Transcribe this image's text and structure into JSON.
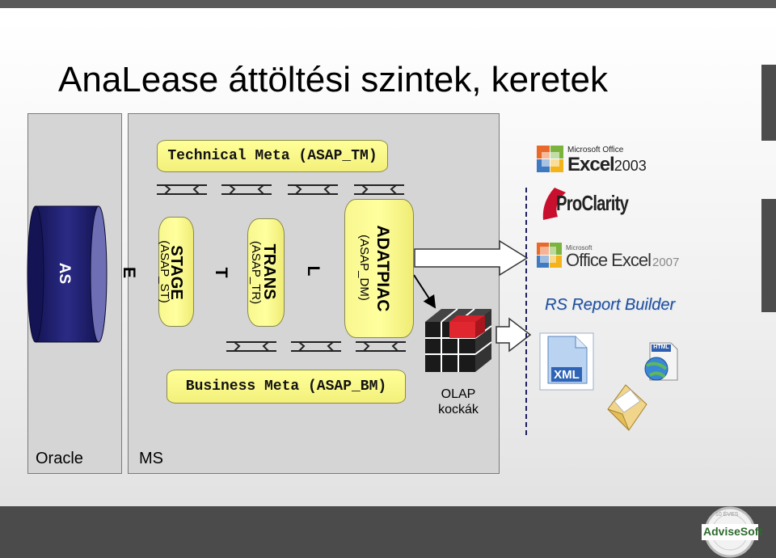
{
  "slide": {
    "title": "AnaLease áttöltési szintek, keretek"
  },
  "regions": {
    "oracle": "Oracle",
    "ms": "MS"
  },
  "source": {
    "label": "AS"
  },
  "etl": {
    "extract": "E",
    "transform": "T",
    "load": "L"
  },
  "layers": {
    "stage": {
      "name": "STAGE",
      "sub": "(ASAP_ST)"
    },
    "trans": {
      "name": "TRANS",
      "sub": "(ASAP_TR)"
    },
    "datamart": {
      "name": "ADATPIAC",
      "sub": "(ASAP_DM)"
    }
  },
  "meta": {
    "technical": "Technical Meta (ASAP_TM)",
    "business": "Business Meta (ASAP_BM)"
  },
  "olap": {
    "label_line1": "OLAP",
    "label_line2": "kockák"
  },
  "tools": {
    "excel2003_brand": "Microsoft Office",
    "excel2003_name": "Excel",
    "excel2003_version": "2003",
    "proclarity": "ProClarity",
    "excel2007_brand": "Microsoft",
    "excel2007_name": "Office Excel",
    "excel2007_version": "2007",
    "rs_report_builder": "RS Report Builder",
    "xml": "XML",
    "html": "HTML"
  },
  "logo": {
    "name": "AdviseSoft",
    "ring_text": "10 ÉVES"
  },
  "colors": {
    "source_cylinder": "#1d1d6b",
    "meta_yellow": "#ffff99",
    "dashed_line": "#1f1f5f",
    "rs_blue": "#1f4e9a",
    "gray_box": "#d5d5d5"
  }
}
